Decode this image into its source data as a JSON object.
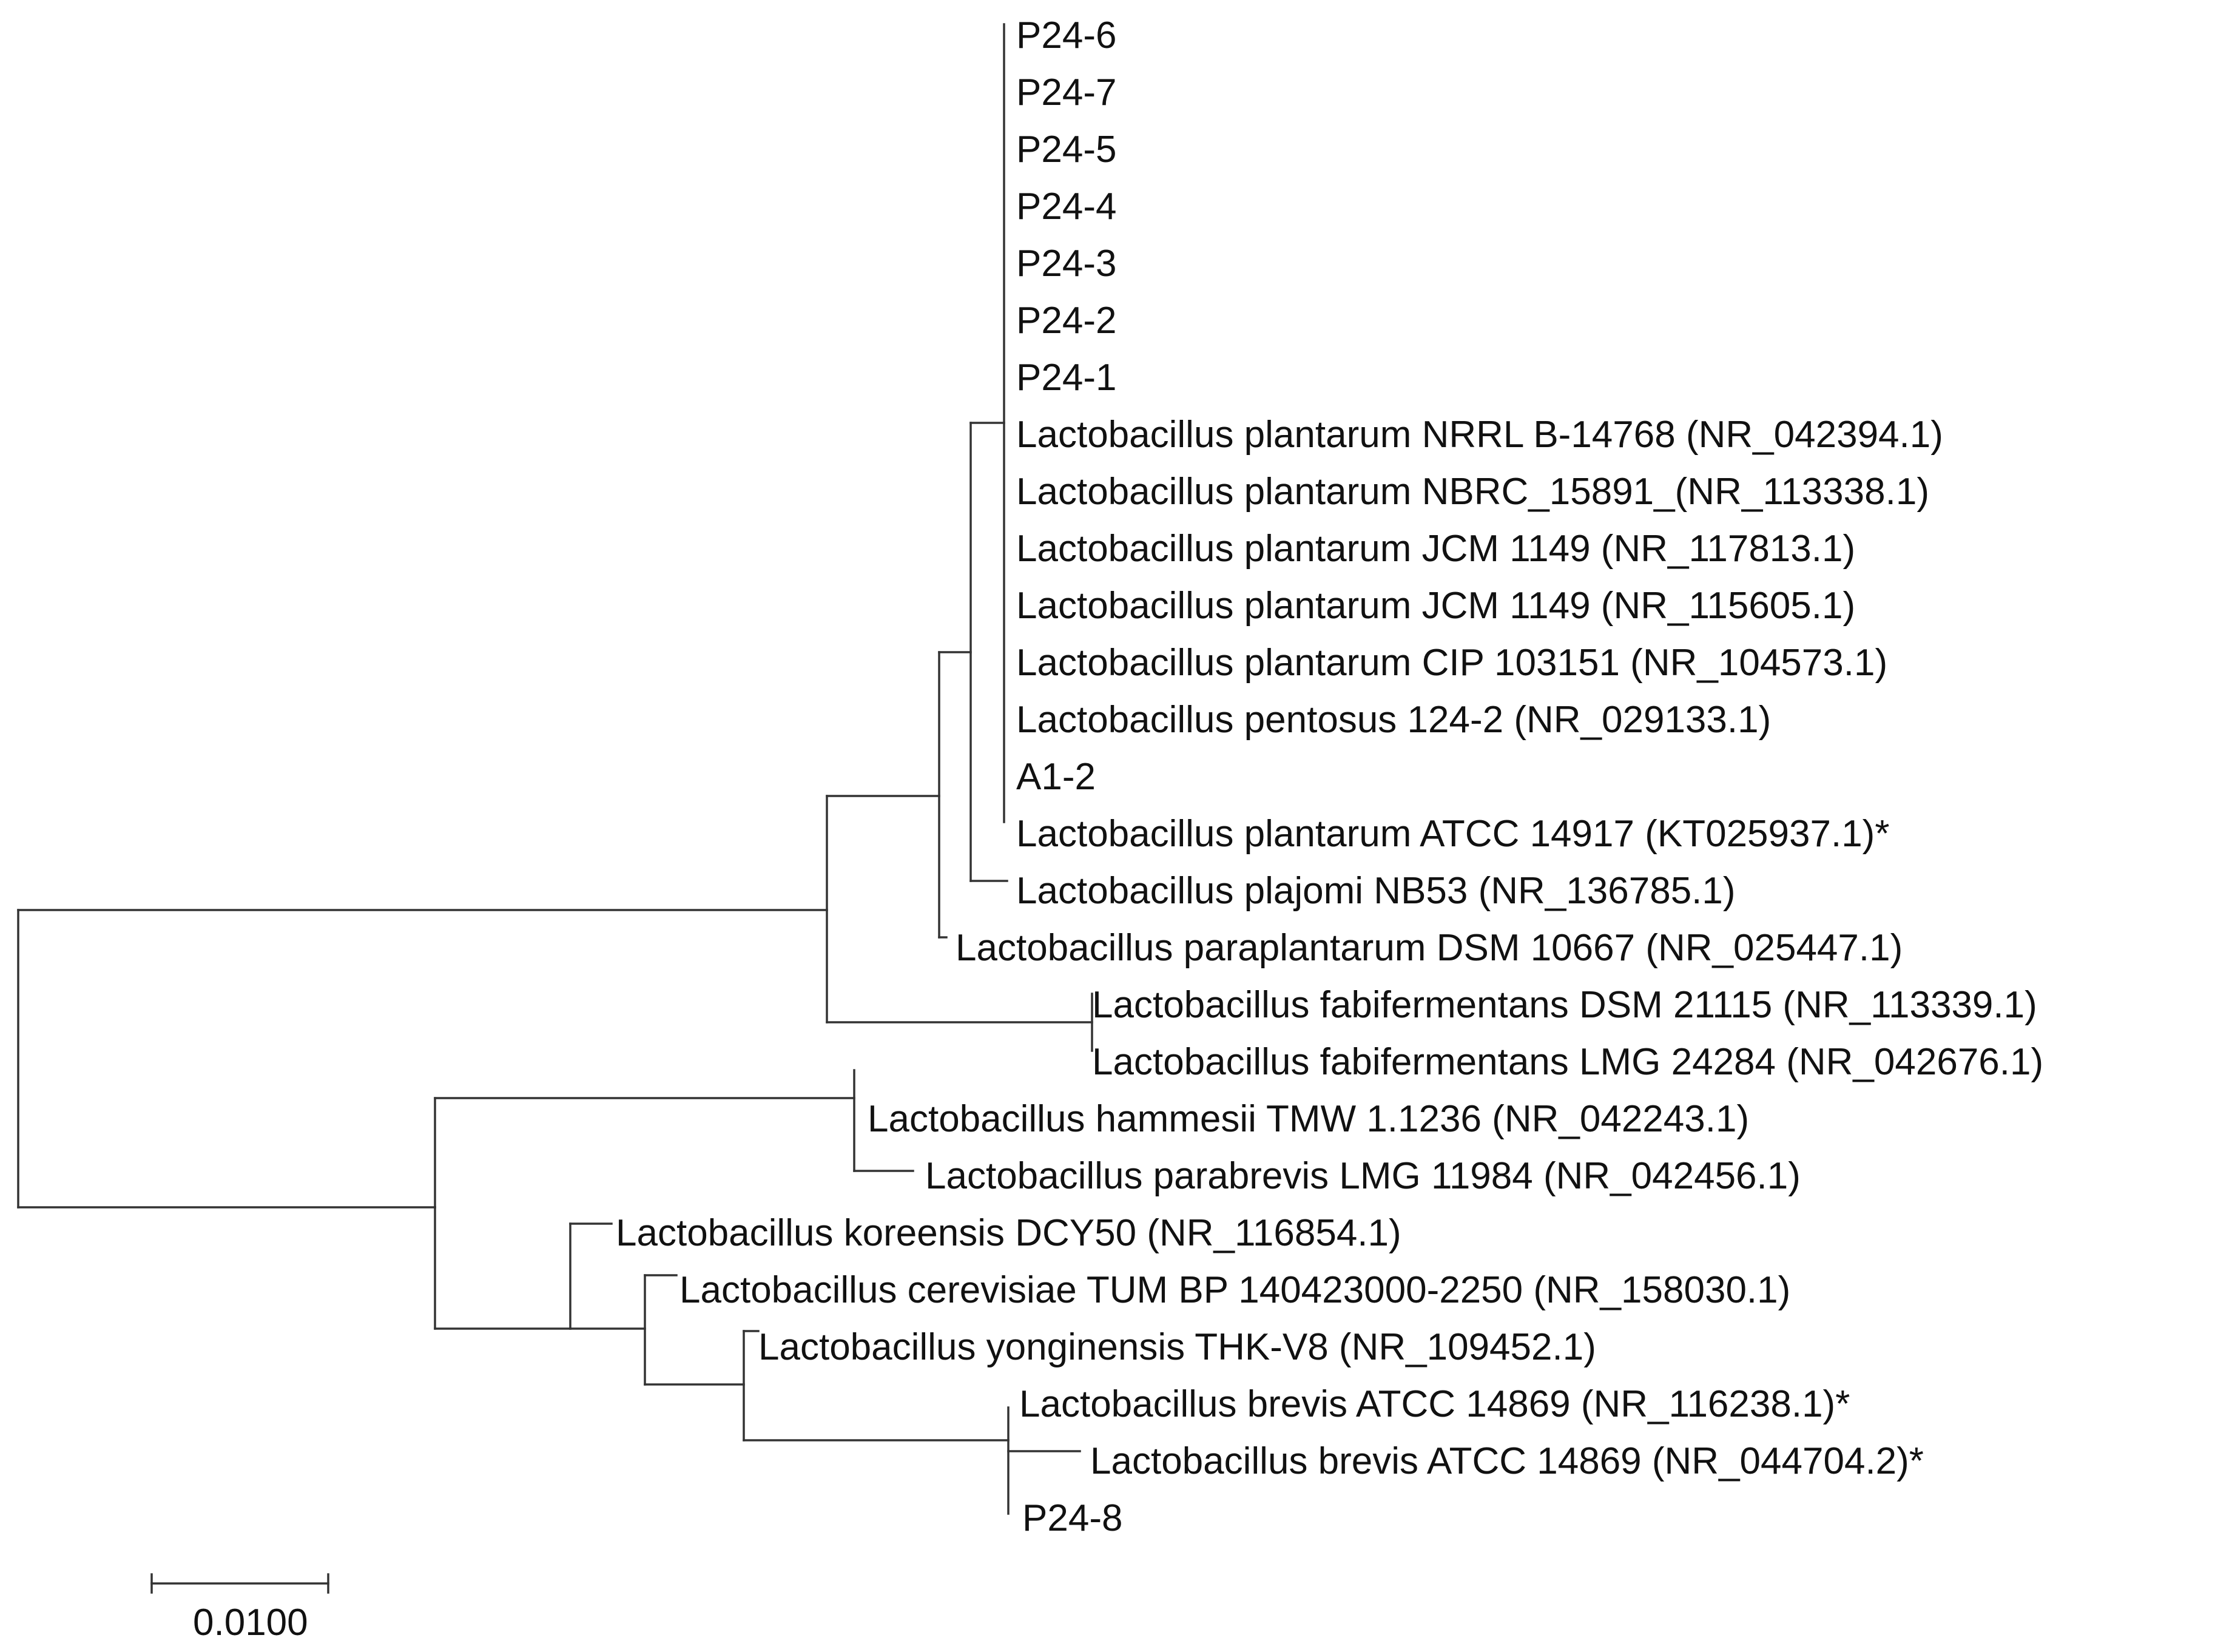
{
  "figure": {
    "scale_bar": {
      "label": "0.0100"
    },
    "taxa": {
      "p24_6": {
        "name": "P24-6"
      },
      "p24_7": {
        "name": "P24-7"
      },
      "p24_5": {
        "name": "P24-5"
      },
      "p24_4": {
        "name": "P24-4"
      },
      "p24_3": {
        "name": "P24-3"
      },
      "p24_2": {
        "name": "P24-2"
      },
      "p24_1": {
        "name": "P24-1"
      },
      "lp_nrrl": {
        "species": "Lactobacillus plantarum",
        "strain": " NRRL B-14768 (NR_042394.1)"
      },
      "lp_nbrc": {
        "species": "Lactobacillus plantarum",
        "strain": " NBRC_15891_(NR_113338.1)"
      },
      "lp_jcm_817813": {
        "species": "Lactobacillus plantarum",
        "strain": " JCM 1149 (NR_117813.1)"
      },
      "lp_jcm_115605": {
        "species": "Lactobacillus plantarum",
        "strain": " JCM 1149 (NR_115605.1)"
      },
      "lp_cip": {
        "species": "Lactobacillus plantarum",
        "strain": " CIP 103151 (NR_104573.1)"
      },
      "lpent": {
        "species": "Lactobacillus pentosus",
        "strain": " 124-2 (NR_029133.1)"
      },
      "a1_2": {
        "name": "A1-2"
      },
      "lp_atcc": {
        "species": "Lactobacillus plantarum",
        "strain": " ATCC 14917 (KT025937.1)*"
      },
      "lplaj": {
        "species": "Lactobacillus plajomi",
        "strain": " NB53 (NR_136785.1)"
      },
      "lpara": {
        "species": "Lactobacillus paraplantarum",
        "strain": " DSM 10667 (NR_025447.1)"
      },
      "lfab_dsm": {
        "species": "Lactobacillus fabifermentans",
        "strain": " DSM 21115 (NR_113339.1)"
      },
      "lfab_lmg": {
        "species": "Lactobacillus fabifermentans",
        "strain": " LMG 24284 (NR_042676.1)"
      },
      "lham": {
        "species": "Lactobacillus hammesii",
        "strain": " TMW 1.1236 (NR_042243.1)"
      },
      "lparab": {
        "species": "Lactobacillus parabrevis",
        "strain": " LMG 11984 (NR_042456.1)"
      },
      "lkor": {
        "species": "Lactobacillus koreensis",
        "strain": " DCY50 (NR_116854.1)"
      },
      "lcer": {
        "species": "Lactobacillus cerevisiae",
        "strain": " TUM BP 140423000-2250 (NR_158030.1)"
      },
      "lyon": {
        "species": "Lactobacillus yonginensis",
        "strain": " THK-V8 (NR_109452.1)"
      },
      "lbrev_116238": {
        "species": "Lactobacillus brevis",
        "strain": " ATCC 14869 (NR_116238.1)*"
      },
      "lbrev_044704": {
        "species": "Lactobacillus brevis",
        "strain": " ATCC 14869 (NR_044704.2)*"
      },
      "p24_8": {
        "name": "P24-8"
      }
    }
  }
}
